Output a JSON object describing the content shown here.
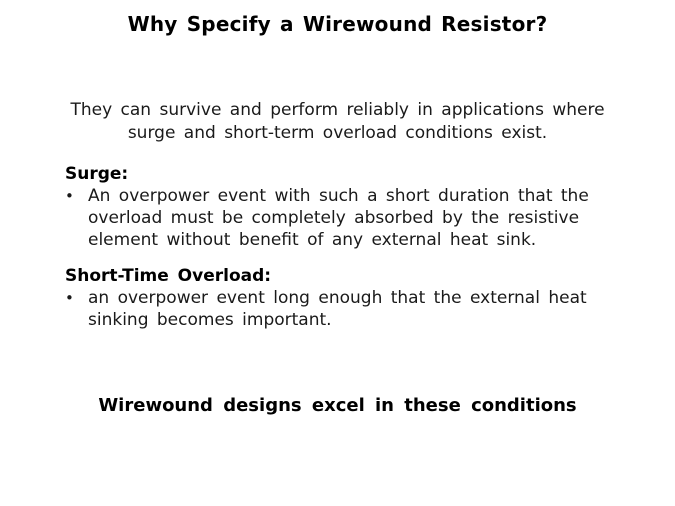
{
  "slide": {
    "title": "Why Specify a Wirewound Resistor?",
    "intro_lines": [
      "They can survive and perform reliably in applications where",
      "surge and short-term overload conditions exist."
    ],
    "sections": [
      {
        "heading": "Surge:",
        "bullet": "•",
        "bullet_lines": [
          "An overpower event with such a short duration that the",
          "overload must be completely absorbed by the resistive",
          "element without benefit of any external heat sink."
        ]
      },
      {
        "heading": "Short-Time Overload:",
        "bullet": "•",
        "bullet_lines": [
          "an overpower event long enough that the external heat",
          "sinking becomes important."
        ]
      }
    ],
    "conclusion": "Wirewound designs excel in these conditions",
    "colors": {
      "background": "#ffffff",
      "text": "#1a1a1a",
      "heading_text": "#000000"
    }
  }
}
